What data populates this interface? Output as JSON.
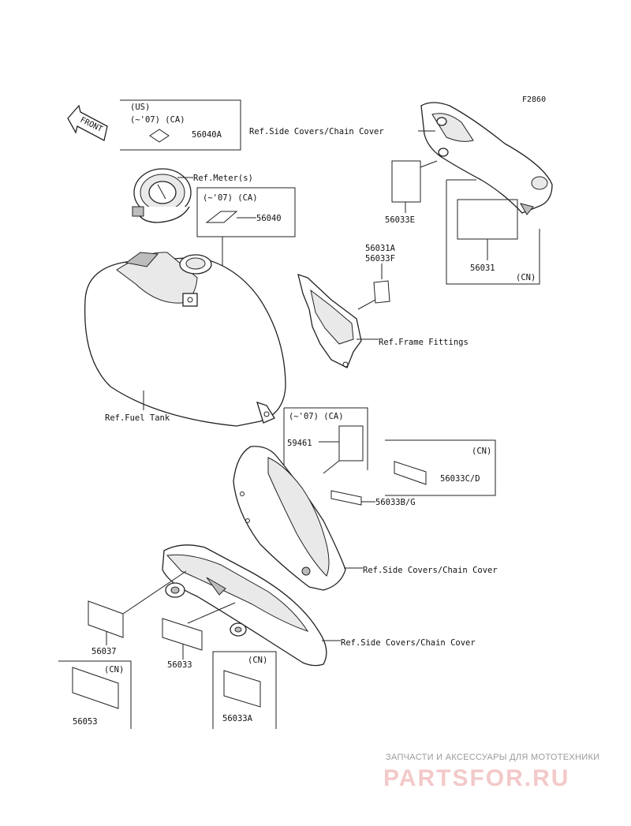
{
  "figure_code": "F2860",
  "front_arrow_label": "FRONT",
  "groups": {
    "us": {
      "title": "(US)",
      "cond": "(~'07) (CA)",
      "part": "56040A"
    },
    "meter": {
      "cond": "(~'07) (CA)",
      "part": "56040"
    },
    "cn_top": {
      "cond": "(CN)",
      "part": "56031"
    },
    "ca_mid": {
      "cond": "(~'07) (CA)",
      "part": "59461"
    },
    "cn_mid": {
      "cond": "(CN)",
      "part": "56033C/D"
    },
    "cn_bl": {
      "cond": "(CN)",
      "part": "56053"
    },
    "cn_bm": {
      "cond": "(CN)",
      "part": "56033A"
    }
  },
  "parts": {
    "p56033E": "56033E",
    "p56031A": "56031A",
    "p56033F": "56033F",
    "p56033BG": "56033B/G",
    "p56037": "56037",
    "p56033": "56033"
  },
  "refs": {
    "side_covers_top": "Ref.Side Covers/Chain Cover",
    "meter": "Ref.Meter(s)",
    "frame_fittings": "Ref.Frame Fittings",
    "fuel_tank": "Ref.Fuel Tank",
    "side_covers_mid": "Ref.Side Covers/Chain Cover",
    "side_covers_bot": "Ref.Side Covers/Chain Cover"
  },
  "watermark": {
    "tagline": "ЗАПЧАСТИ И АКСЕССУАРЫ ДЛЯ МОТОТЕХНИКИ",
    "logo": "PARTSFOR.RU"
  }
}
